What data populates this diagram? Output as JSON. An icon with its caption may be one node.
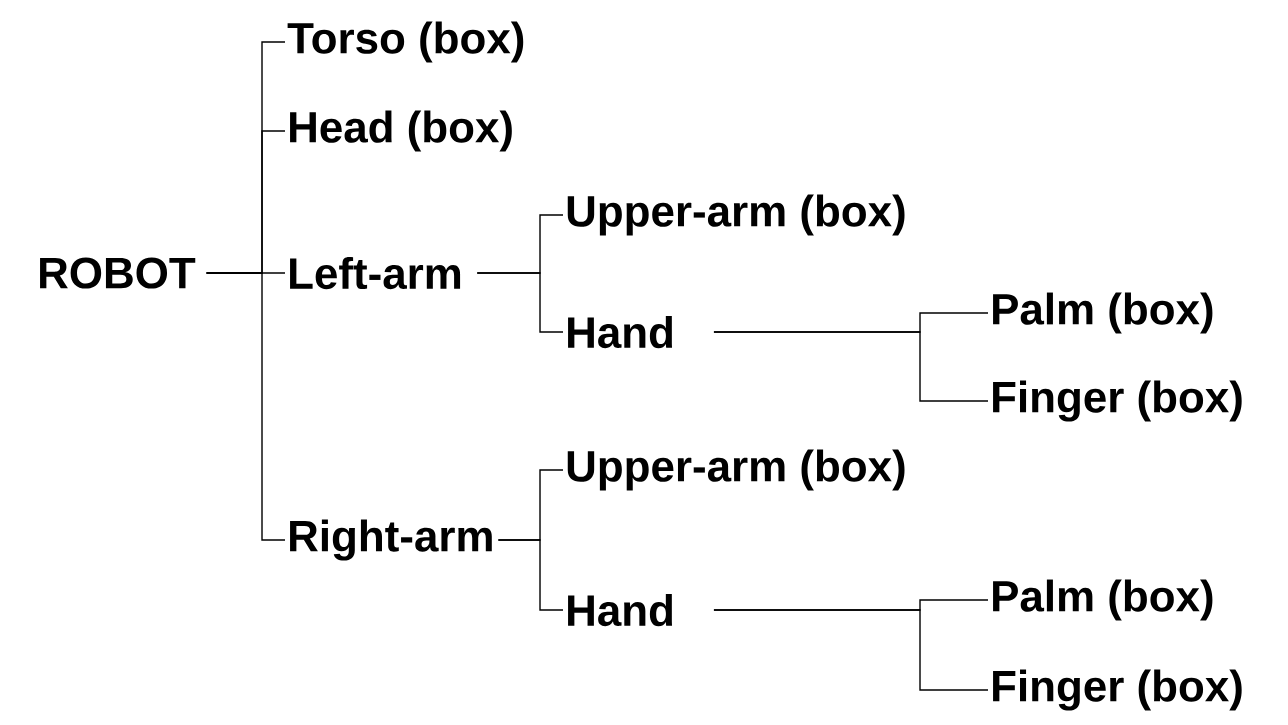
{
  "diagram": {
    "nodes": [
      {
        "text": [
          "ROBOT"
        ]
      },
      {
        "text": [
          "Torso (box)"
        ]
      },
      {
        "text": [
          "Head (box)"
        ]
      },
      {
        "text": [
          "Left-arm"
        ]
      },
      {
        "text": [
          "Upper-arm (box)"
        ]
      },
      {
        "text": [
          "Hand"
        ]
      },
      {
        "text": [
          "Palm (box)"
        ]
      },
      {
        "text": [
          "Finger (box)"
        ]
      },
      {
        "text": [
          "Right-arm"
        ]
      },
      {
        "text": [
          "Upper-arm (box)"
        ]
      },
      {
        "text": [
          "Hand"
        ]
      },
      {
        "text": [
          "Palm (box)"
        ]
      },
      {
        "text": [
          "Finger (box)"
        ]
      }
    ],
    "edges": [
      {
        "from": 0,
        "to": 1,
        "arrow": "none"
      },
      {
        "from": 0,
        "to": 2,
        "arrow": "none"
      },
      {
        "from": 0,
        "to": 3,
        "arrow": "none"
      },
      {
        "from": 0,
        "to": 8,
        "arrow": "none"
      },
      {
        "from": 3,
        "to": 4,
        "arrow": "none"
      },
      {
        "from": 3,
        "to": 5,
        "arrow": "none"
      },
      {
        "from": 5,
        "to": 6,
        "arrow": "none"
      },
      {
        "from": 5,
        "to": 7,
        "arrow": "none"
      },
      {
        "from": 8,
        "to": 9,
        "arrow": "none"
      },
      {
        "from": 8,
        "to": 10,
        "arrow": "none"
      },
      {
        "from": 10,
        "to": 11,
        "arrow": "none"
      },
      {
        "from": 10,
        "to": 12,
        "arrow": "none"
      }
    ]
  }
}
